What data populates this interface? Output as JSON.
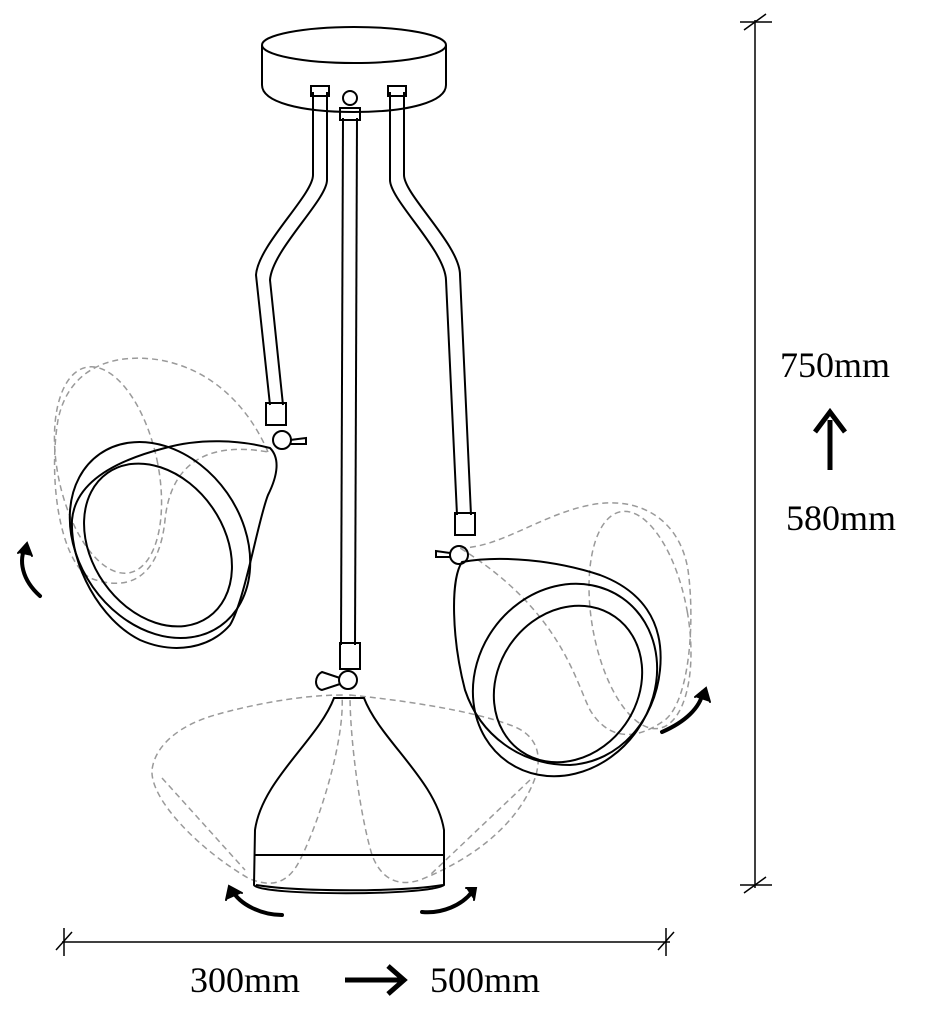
{
  "dimensions": {
    "height_max": "750mm",
    "height_min": "580mm",
    "width_min": "300mm",
    "width_max": "500mm"
  },
  "colors": {
    "line": "#000000",
    "ghost": "#9a9a9a",
    "background": "#ffffff"
  },
  "icons": [
    "rotate-arrow-icon",
    "up-arrow-icon",
    "right-arrow-icon"
  ]
}
